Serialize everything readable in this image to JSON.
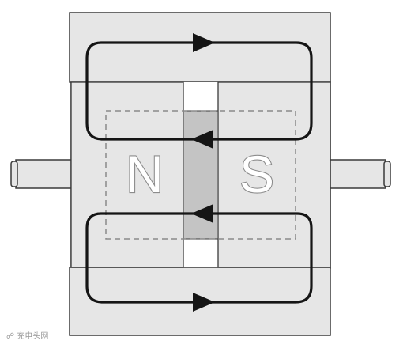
{
  "labels": {
    "north_pole": "N",
    "south_pole": "S"
  },
  "watermark": {
    "text": "充电头网"
  },
  "colors": {
    "housing_fill": "#e6e6e6",
    "outline": "#3a3a3a",
    "flux_line": "#151515",
    "core_fill": "#c4c4c4",
    "dashed_line": "#8a8a8a",
    "letter_stroke": "#8c8c8c",
    "watermark": "#9a9a9a"
  },
  "icons": {
    "flux_arrow": "triangle-arrow-icon"
  }
}
